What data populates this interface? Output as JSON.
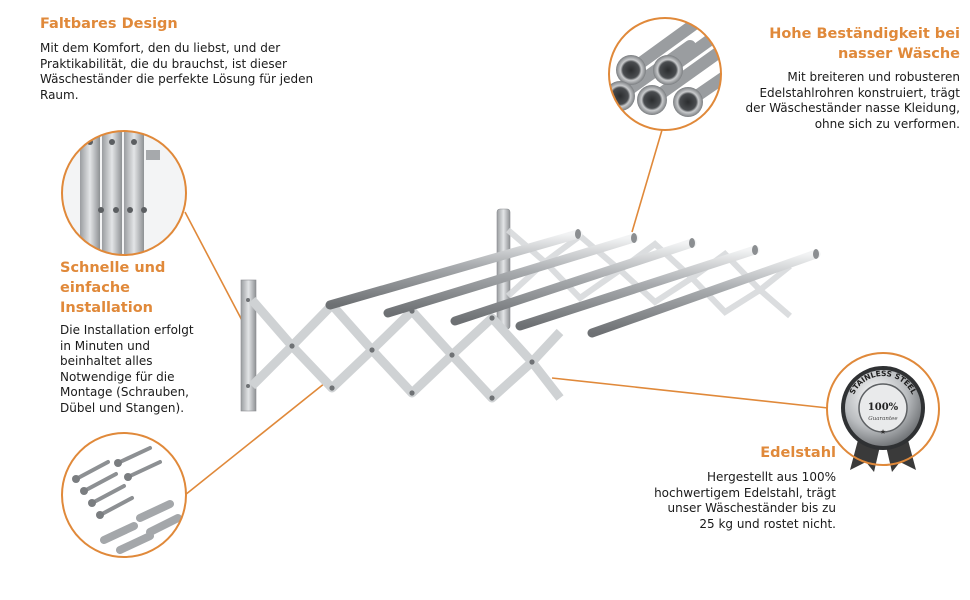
{
  "features": {
    "foldable": {
      "heading": "Faltbares Design",
      "body": "Mit dem Komfort, den du liebst, und der Praktikabilität, die du brauchst, ist dieser Wäscheständer die perfekte Lösung für jeden Raum."
    },
    "durability": {
      "heading": "Hohe Beständigkeit bei nasser Wäsche",
      "body": "Mit breiteren und robusteren Edelstahlrohren konstruiert, trägt der Wäscheständer nasse Kleidung, ohne sich zu verformen."
    },
    "installation": {
      "heading": "Schnelle und einfache Installation",
      "body": "Die Installation erfolgt in Minuten und beinhaltet alles Notwendige für die Montage (Schrauben, Dübel und Stangen)."
    },
    "steel": {
      "heading": "Edelstahl",
      "body": "Hergestellt aus 100% hochwertigem Edelstahl, trägt unser Wäscheständer bis zu 25 kg und rostet nicht."
    }
  },
  "badge": {
    "ring_text": "STAINLESS STEEL",
    "center_text": "100%",
    "sub_text": "Guarantee"
  },
  "colors": {
    "accent": "#e0893a",
    "steel": "#b5b8bb"
  }
}
